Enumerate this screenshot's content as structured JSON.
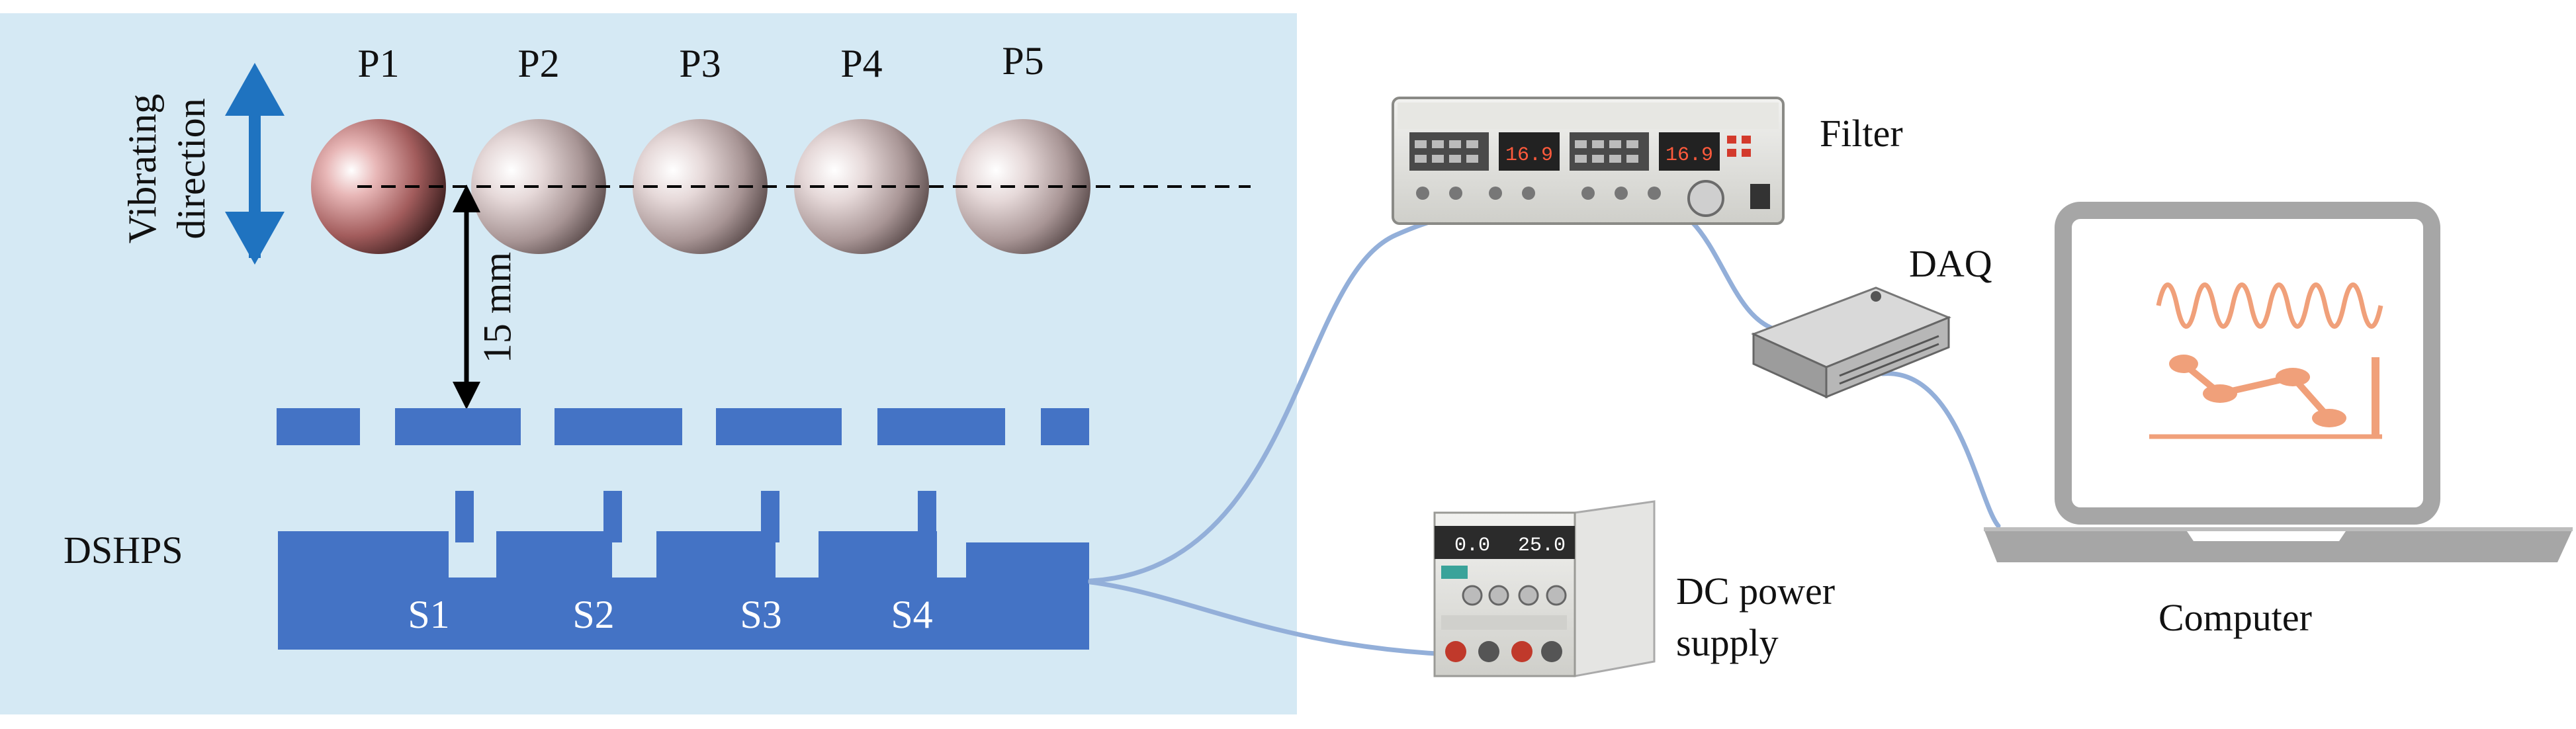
{
  "particles": {
    "labels": [
      "P1",
      "P2",
      "P3",
      "P4",
      "P5"
    ]
  },
  "vibration": {
    "label_line1": "Vibrating",
    "label_line2": "direction"
  },
  "distance": {
    "label": "15 mm"
  },
  "sensor": {
    "name": "DSHPS",
    "segments": [
      "S1",
      "S2",
      "S3",
      "S4"
    ]
  },
  "equipment": {
    "filter": "Filter",
    "daq": "DAQ",
    "power_line1": "DC power",
    "power_line2": "supply",
    "computer": "Computer",
    "filter_display": [
      "16.9",
      "16.9"
    ],
    "power_display": [
      "0.0",
      "25.0"
    ]
  },
  "colors": {
    "panel_bg": "#d5e9f4",
    "sensor_blue": "#4473c5",
    "arrow_blue": "#1f73c0",
    "cable": "#93afd9",
    "laptop_gray": "#a6a6a6",
    "signal_orange": "#f0a07a"
  }
}
